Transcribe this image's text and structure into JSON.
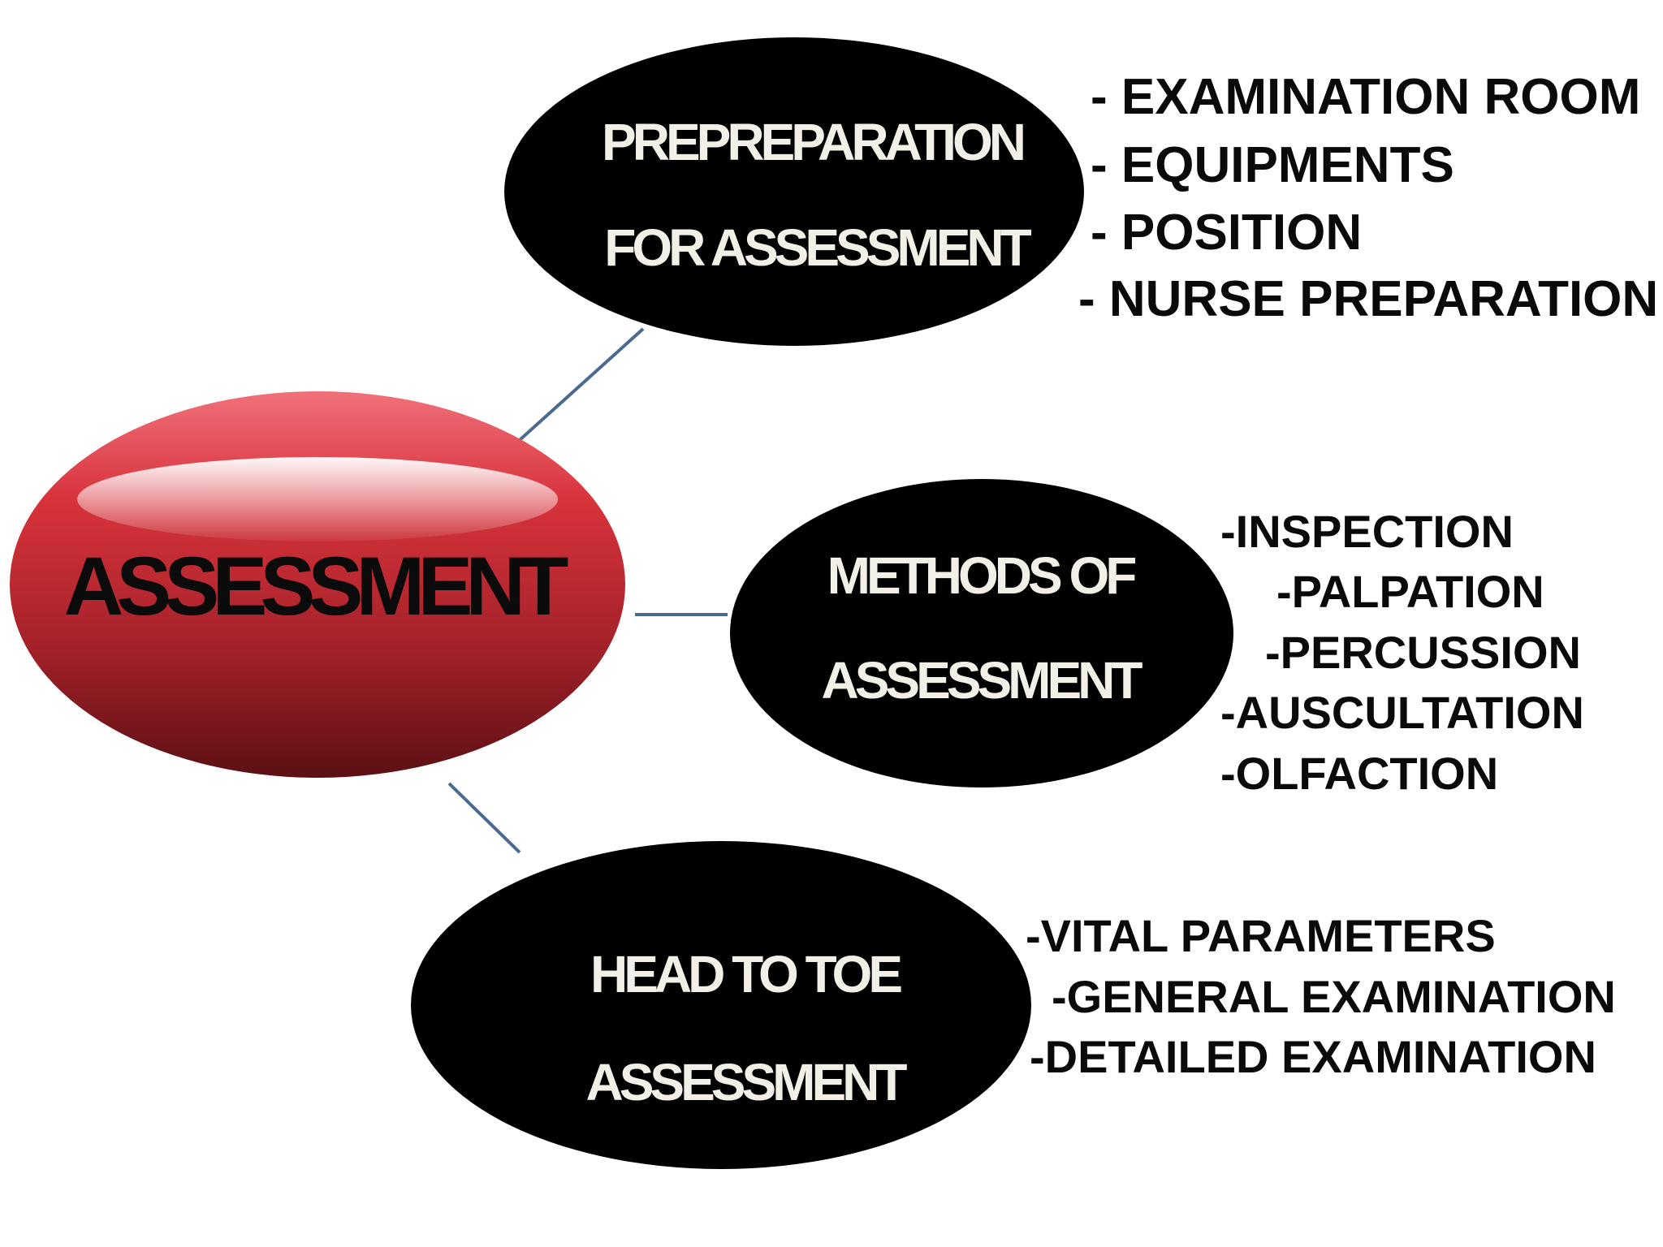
{
  "root": {
    "label": "ASSESSMENT",
    "color": "#c0282e"
  },
  "branches": [
    {
      "id": "prep",
      "title_lines": [
        "PREPREPARATION",
        "FOR ASSESSMENT"
      ],
      "items": [
        "- EXAMINATION ROOM",
        "- EQUIPMENTS",
        "- POSITION",
        "- NURSE PREPARATION"
      ]
    },
    {
      "id": "methods",
      "title_lines": [
        "METHODS OF",
        "ASSESSMENT"
      ],
      "items": [
        "-INSPECTION",
        "-PALPATION",
        "-PERCUSSION",
        "-AUSCULTATION",
        "-OLFACTION"
      ]
    },
    {
      "id": "h2t",
      "title_lines": [
        "HEAD TO TOE",
        "ASSESSMENT"
      ],
      "items": [
        "-VITAL PARAMETERS",
        "-GENERAL EXAMINATION",
        "-DETAILED EXAMINATION"
      ]
    }
  ],
  "colors": {
    "node_fill": "#000000",
    "node_text": "#f2efe6",
    "connector": "#4a6a92",
    "list_text": "#0a0a0a"
  }
}
